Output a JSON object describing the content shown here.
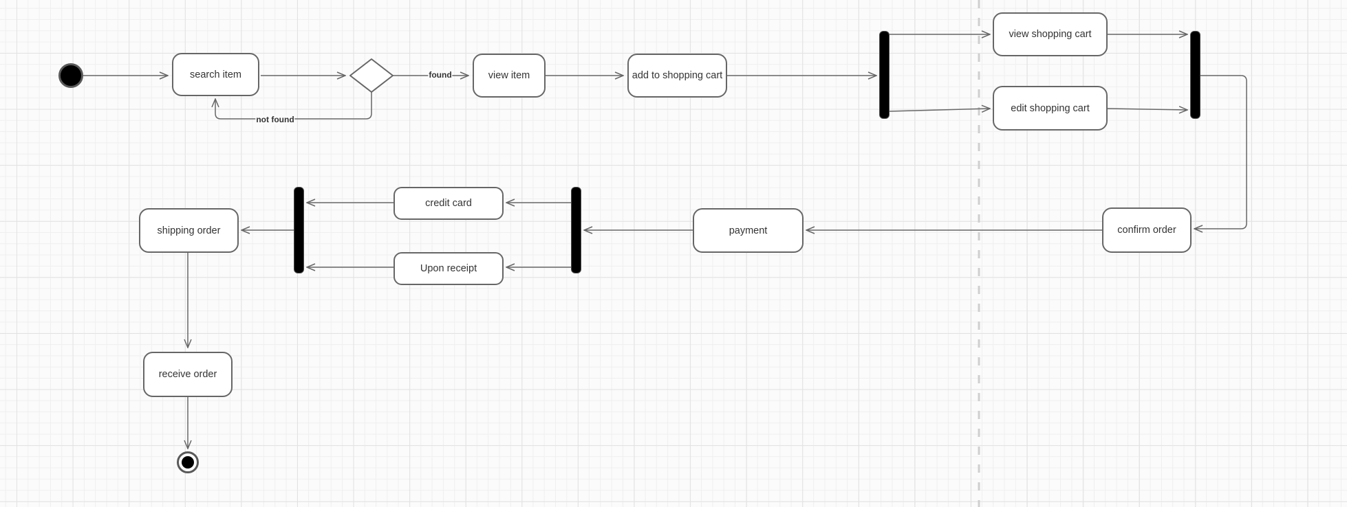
{
  "diagram_type": "uml-activity-diagram",
  "nodes": {
    "search_item": {
      "label": "search item"
    },
    "view_item": {
      "label": "view item"
    },
    "add_to_cart": {
      "label": "add to shopping cart"
    },
    "view_cart": {
      "label": "view shopping cart"
    },
    "edit_cart": {
      "label": "edit shopping cart"
    },
    "confirm_order": {
      "label": "confirm order"
    },
    "payment": {
      "label": "payment"
    },
    "credit_card": {
      "label": "credit card"
    },
    "upon_receipt": {
      "label": "Upon receipt"
    },
    "shipping_order": {
      "label": "shipping order"
    },
    "receive_order": {
      "label": "receive order"
    }
  },
  "edge_labels": {
    "found": "found",
    "not_found": "not found"
  },
  "colors": {
    "canvas_bg": "#fbfbfb",
    "grid_minor": "#efefef",
    "grid_major": "#e2e2e2",
    "page_divider": "#cfcfcf",
    "node_fill": "#ffffff",
    "node_border": "#666666",
    "edge_stroke": "#666666",
    "bar_fill": "#000000",
    "text": "#333333"
  }
}
